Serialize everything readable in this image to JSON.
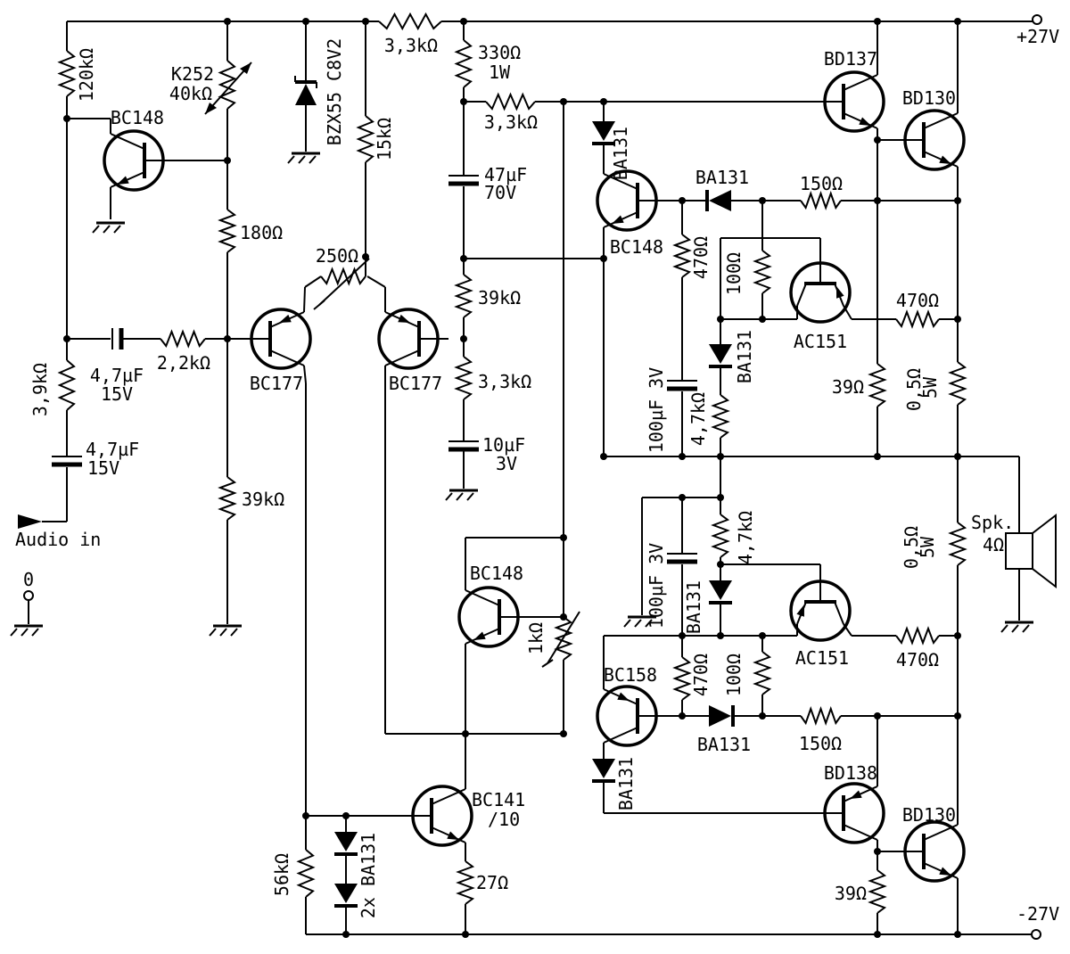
{
  "title": "audio amplifier schematic",
  "colors": {
    "ink": "#000000",
    "background": "#ffffff"
  },
  "labels": {
    "supply_pos": "+27V",
    "supply_neg": "-27V",
    "r120k": "120kΩ",
    "k252": "K252",
    "k252v": "40kΩ",
    "bc148_1": "BC148",
    "zener": "BZX55 C8V2",
    "r3k3_rail": "3,3kΩ",
    "r330": "330Ω",
    "r330w": "1W",
    "r3k3_boot": "3,3kΩ",
    "r15k": "15kΩ",
    "c47u": "47µF",
    "c47u_v": "70V",
    "r180": "180Ω",
    "pot250": "250Ω",
    "bc177_1": "BC177",
    "bc177_2": "BC177",
    "r2k2": "2,2kΩ",
    "c4u7a": "4,7µF",
    "c4u7a_v": "15V",
    "r3k9": "3,9kΩ",
    "c4u7b": "4,7µF",
    "c4u7b_v": "15V",
    "audio_in": "Audio in",
    "zero": "0",
    "r39k_in": "39kΩ",
    "r39k_fb": "39kΩ",
    "r3k3_fb": "3,3kΩ",
    "c10u": "10µF",
    "c10u_v": "3V",
    "ba131_boot": "BA131",
    "bc148_2": "BC148",
    "ba131_up": "BA131",
    "r150_up": "150Ω",
    "bd137": "BD137",
    "bd130_1": "BD130",
    "r470_up": "470Ω",
    "r100_up": "100Ω",
    "ac151_1": "AC151",
    "r470_ru": "470Ω",
    "r39_up": "39Ω",
    "r05_1": "0,5Ω",
    "r05_1w": "5W",
    "c100u_1": "100µF 3V",
    "ba131_mu": "BA131",
    "r4k7_up": "4,7kΩ",
    "c100u_2": "100µF 3V",
    "r4k7_low": "4,7kΩ",
    "ba131_ml": "BA131",
    "ac151_2": "AC151",
    "r470_low": "470Ω",
    "r100_low": "100Ω",
    "r05_2": "0,5Ω",
    "r05_2w": "5W",
    "spk": "Spk.",
    "spk_v": "4Ω",
    "ba131_dl": "BA131",
    "r150_low": "150Ω",
    "r470_rl": "470Ω",
    "bc158": "BC158",
    "ba131_c": "BA131",
    "bc148_3": "BC148",
    "pot1k": "1kΩ",
    "bc141": "BC141",
    "bc141_s": "/10",
    "r27": "27Ω",
    "ba131_2x": "2x BA131",
    "r56k": "56kΩ",
    "r39_low": "39Ω",
    "bd138": "BD138",
    "bd130_2": "BD130"
  }
}
